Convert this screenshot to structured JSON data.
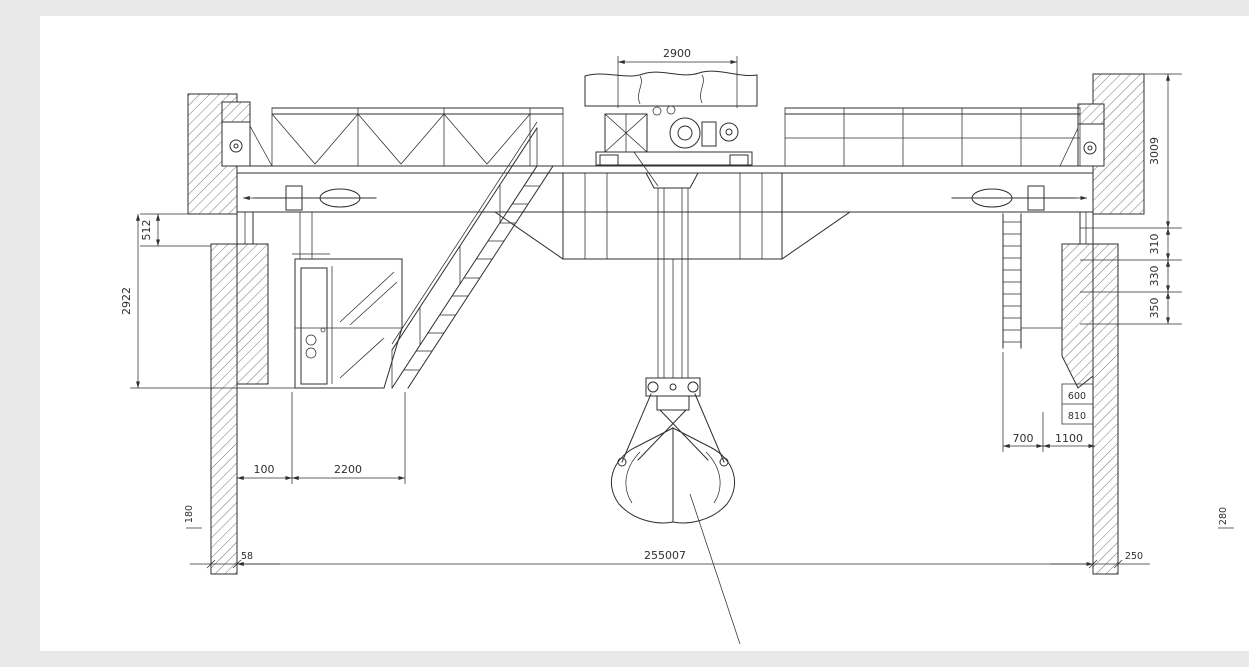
{
  "colors": {
    "line": "#2f2f2f",
    "background": "#ffffff",
    "hatch": "#666666"
  },
  "dimensions": {
    "trolley_gauge": "2900",
    "wall_height_right": "3009",
    "rail_offset_left": "512",
    "cab_clearance_height": "2922",
    "right_offset_1": "310",
    "right_offset_2": "330",
    "right_offset_3": "350",
    "corbel_depth": "600",
    "corbel_base": "810",
    "ladder_offset": "700",
    "corbel_width": "1100",
    "wall_to_cab_gap": "100",
    "cab_width": "2200",
    "crane_span": "255007",
    "end_clearance_left": "58",
    "end_clearance_right": "250",
    "level_mark_left": "180",
    "level_mark_right": "280"
  }
}
